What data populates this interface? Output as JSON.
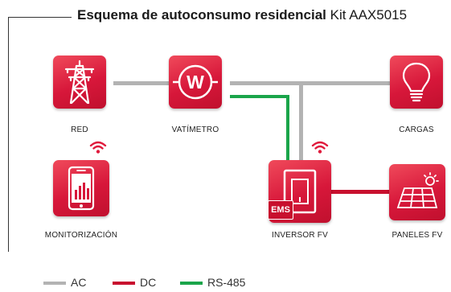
{
  "title": {
    "bold": "Esquema de autoconsumo residencial",
    "kit": "Kit AAX5015"
  },
  "nodes": {
    "red": "RED",
    "vatimetro": "VATÍMETRO",
    "cargas": "CARGAS",
    "monitorizacion": "MONITORIZACIÓN",
    "inversor": "INVERSOR FV",
    "paneles": "PANELES FV"
  },
  "ems_badge": "EMS",
  "watt_symbol": "W",
  "legend": [
    {
      "label": "AC",
      "color": "#b3b3b3"
    },
    {
      "label": "DC",
      "color": "#c8102e"
    },
    {
      "label": "RS-485",
      "color": "#1aa54a"
    }
  ],
  "colors": {
    "accent": "#d7173a",
    "wifi": "#e01a3c"
  }
}
